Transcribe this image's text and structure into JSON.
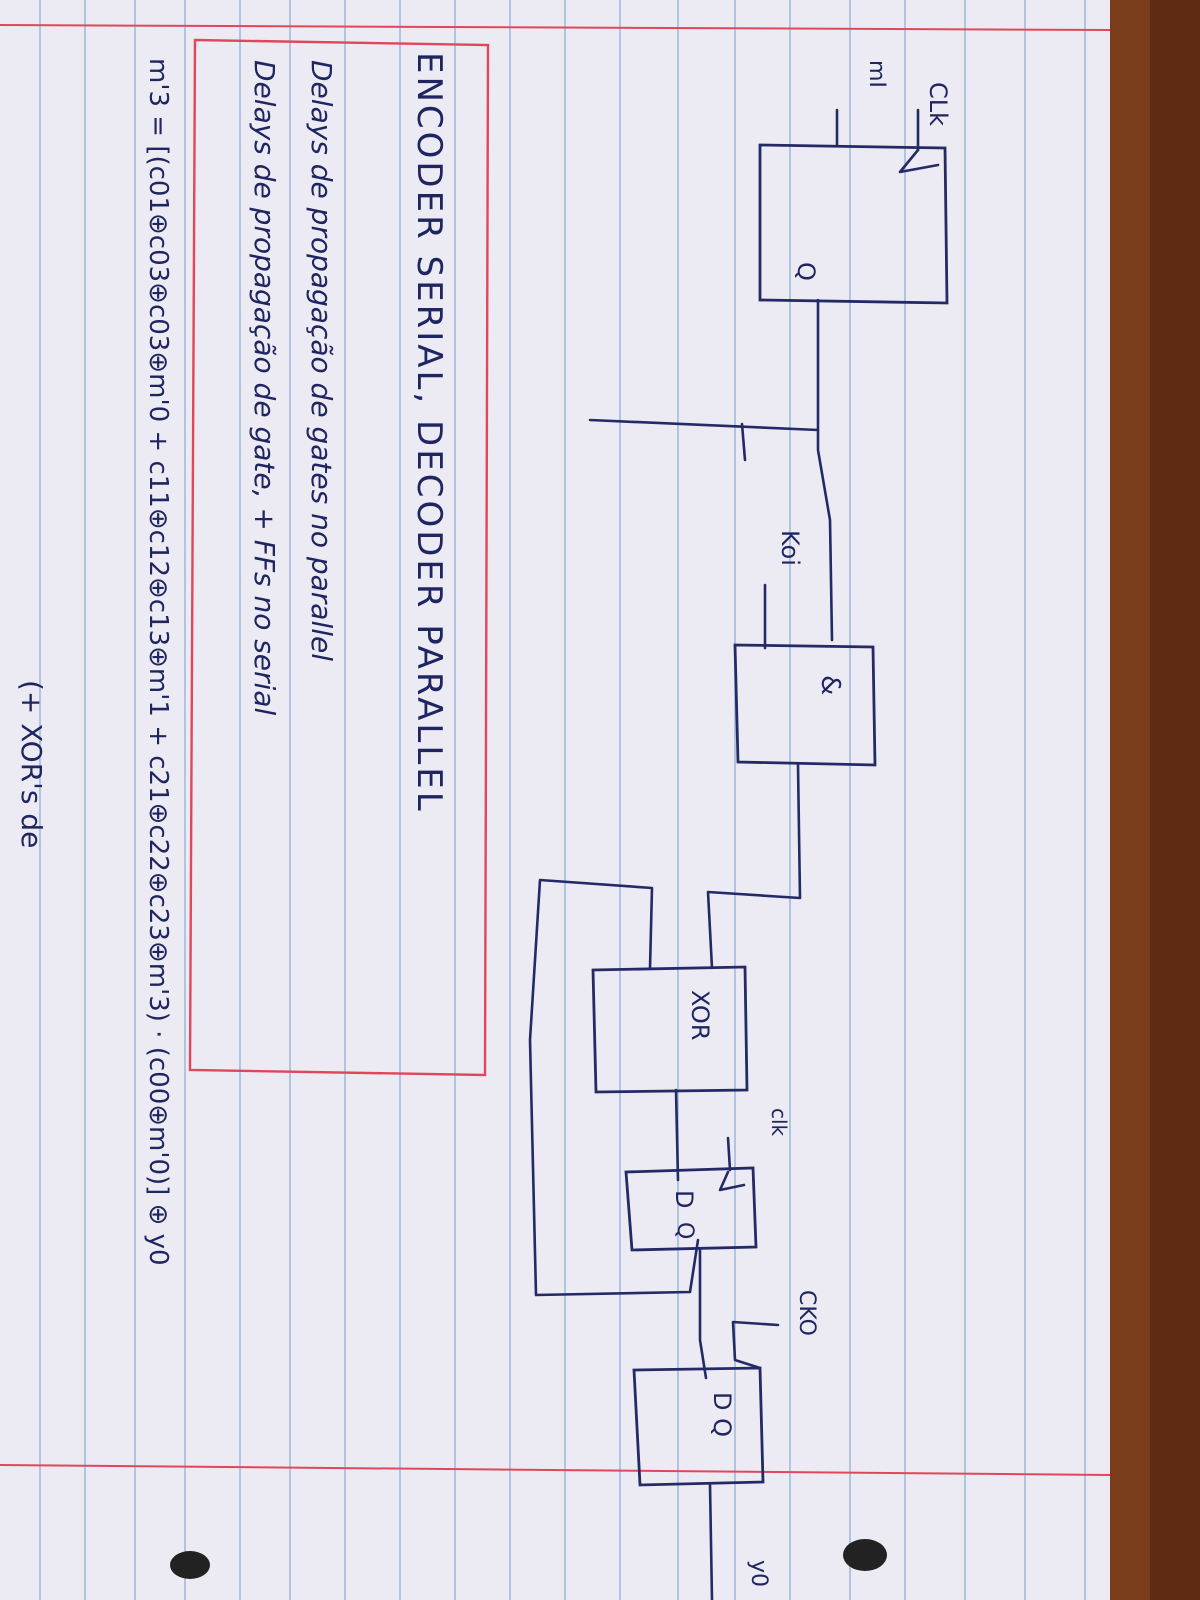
{
  "labels": {
    "clk_ff1": "CLk",
    "input_m": "mI",
    "ff1_q": "Q",
    "k_label": "Koi",
    "and_gate": "&",
    "xor_gate": "XOR",
    "ff2_clk": "clk",
    "ff2_d": "D",
    "ff2_q": "Q",
    "ff3_clk": "CKO",
    "ff3_dq": "D Q",
    "output": "y0"
  },
  "note": {
    "title": "ENCODER SERIAL, DECODER PARALLEL",
    "line1": "Delays de propagação de gates no parallel",
    "line2": "Delays de propagação de gate, + FFs no serial"
  },
  "equation": {
    "main": "m'3 = [(c01⊕c03⊕c03⊕m'0 + c11⊕c12⊕c13⊕m'1 + c21⊕c22⊕c23⊕m'3) · (c00⊕m'0)] ⊕ y0",
    "bottom_fragment": "(+ XOR's de"
  }
}
